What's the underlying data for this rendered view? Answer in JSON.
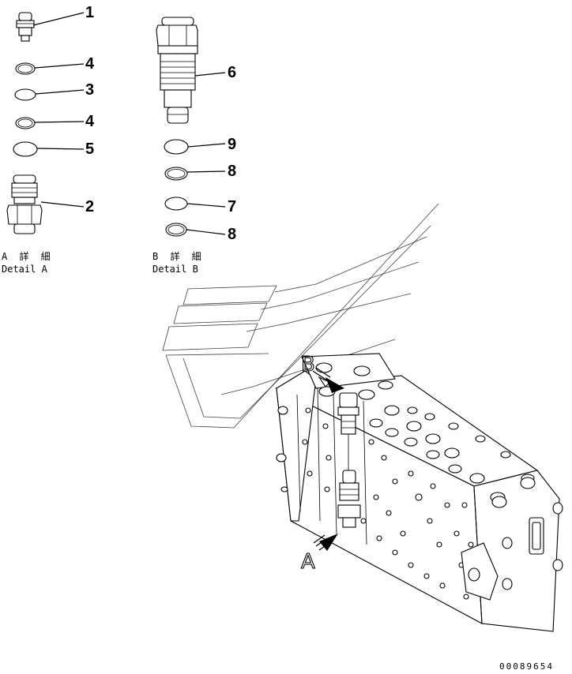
{
  "callouts": [
    {
      "id": "c1",
      "label": "1"
    },
    {
      "id": "c4a",
      "label": "4"
    },
    {
      "id": "c3",
      "label": "3"
    },
    {
      "id": "c4b",
      "label": "4"
    },
    {
      "id": "c5",
      "label": "5"
    },
    {
      "id": "c2",
      "label": "2"
    },
    {
      "id": "c6",
      "label": "6"
    },
    {
      "id": "c9",
      "label": "9"
    },
    {
      "id": "c8a",
      "label": "8"
    },
    {
      "id": "c7",
      "label": "7"
    },
    {
      "id": "c8b",
      "label": "8"
    }
  ],
  "detail_a": {
    "jp": "A 詳 細",
    "en": "Detail A"
  },
  "detail_b": {
    "jp": "B 詳 細",
    "en": "Detail B"
  },
  "view_arrows": {
    "a": "A",
    "b": "B"
  },
  "doc_number": "00089654"
}
